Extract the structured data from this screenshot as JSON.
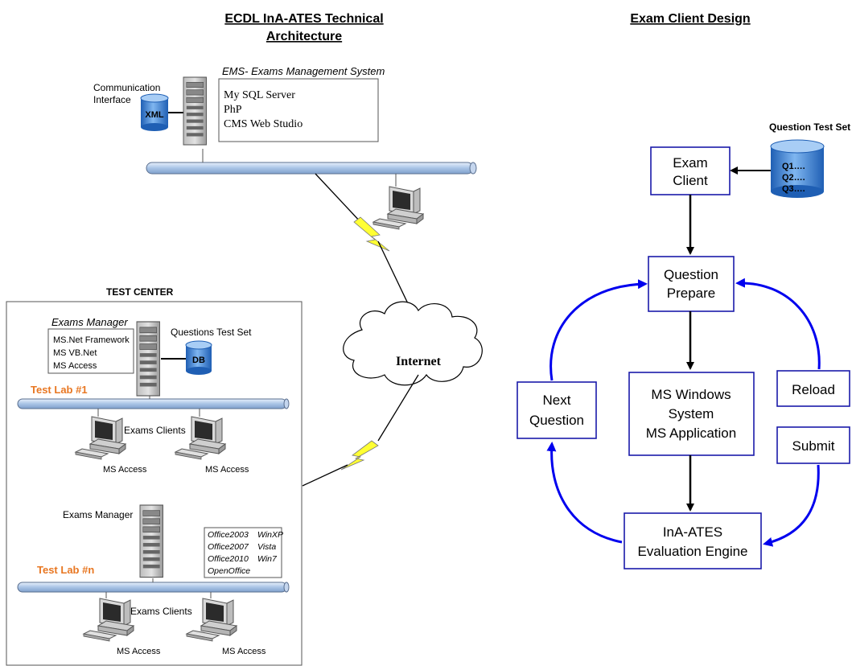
{
  "left_title_line1": "ECDL InA-ATES Technical",
  "left_title_line2": "Architecture",
  "right_title": "Exam Client Design",
  "ems": {
    "label": "EMS- Exams Management System",
    "comm_line1": "Communication",
    "comm_line2": "Interface",
    "xml": "XML",
    "items": [
      "My SQL Server",
      "PhP",
      "CMS  Web Studio"
    ]
  },
  "internet": "Internet",
  "test_center": {
    "title": "TEST CENTER",
    "exams_manager": "Exams Manager",
    "frameworks": [
      "MS.Net Framework",
      "MS VB.Net",
      "MS  Access"
    ],
    "questions_test_set": "Questions Test Set",
    "db": "DB",
    "lab1": "Test Lab #1",
    "labn": "Test Lab #n",
    "exams_clients": "Exams Clients",
    "ms_access": "MS  Access",
    "exams_manager2": "Exams Manager",
    "software": [
      [
        "Office2003",
        "WinXP"
      ],
      [
        "Office2007",
        "Vista"
      ],
      [
        "Office2010",
        "Win7"
      ],
      [
        "OpenOffice",
        ""
      ]
    ]
  },
  "flow": {
    "question_test_set": "Question Test Set",
    "q_items": [
      "Q1….",
      "Q2….",
      "Q3…."
    ],
    "exam_client": [
      "Exam",
      "Client"
    ],
    "question_prepare": [
      "Question",
      "Prepare"
    ],
    "ms_windows": [
      "MS Windows",
      "System",
      "MS Application"
    ],
    "next_question": [
      "Next",
      "Question"
    ],
    "reload": "Reload",
    "submit": "Submit",
    "engine": [
      "InA-ATES",
      "Evaluation Engine"
    ]
  },
  "colors": {
    "arrow_blue": "#0000ee",
    "box_border": "#1a1aaa",
    "accent_orange": "#e87722",
    "bolt_yellow": "#ffff33",
    "db_blue": "#3b84d8"
  }
}
